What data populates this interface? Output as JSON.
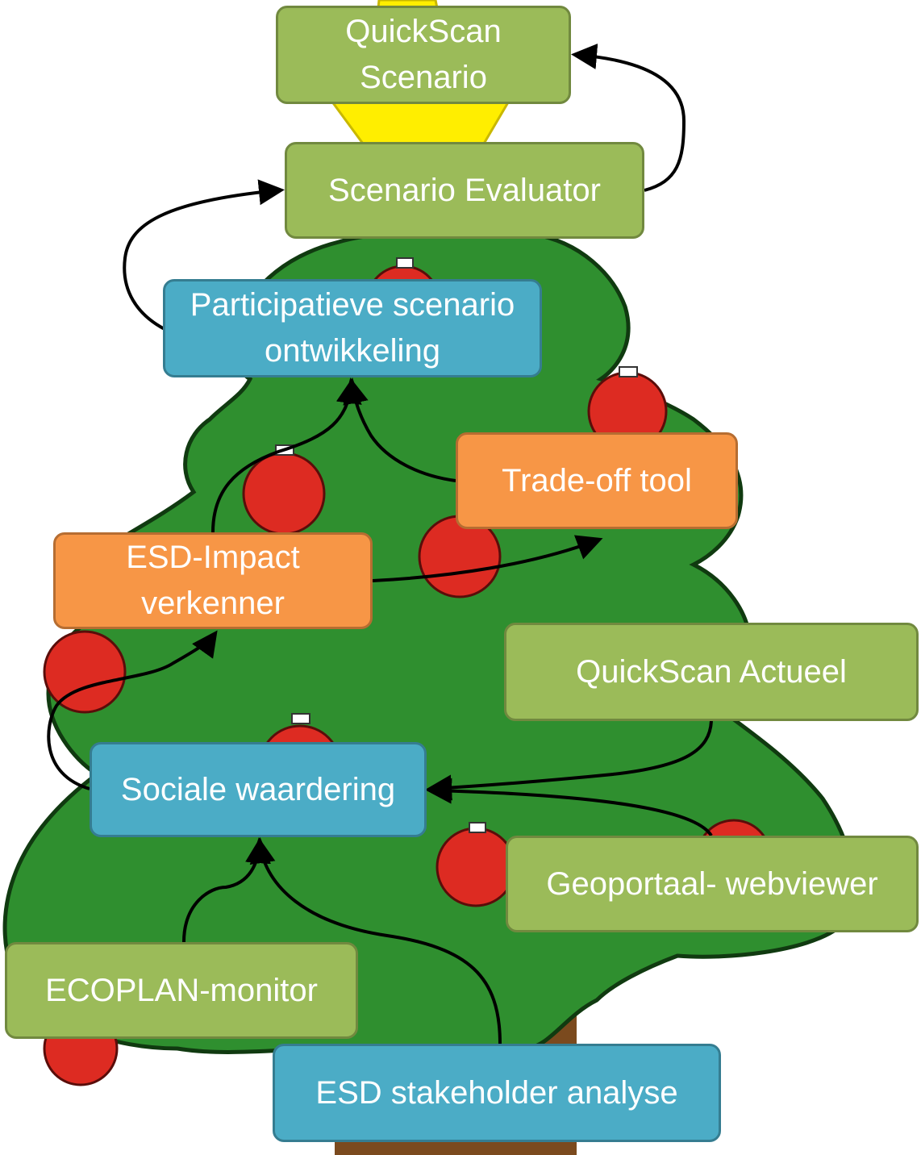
{
  "colors": {
    "green_tool": "#9bbb59",
    "blue_tool": "#4bacc6",
    "orange_tool": "#f79646",
    "tree": "#2f8f2f",
    "ornament": "#dd2b22",
    "star": "#ffee00",
    "trunk": "#7b4a1e",
    "arrow": "#000000"
  },
  "nodes": {
    "quickscan_scenario": {
      "label": "QuickScan Scenario",
      "color": "green"
    },
    "scenario_evaluator": {
      "label": "Scenario Evaluator",
      "color": "green"
    },
    "participatieve": {
      "label": "Participatieve scenario ontwikkeling",
      "color": "blue"
    },
    "tradeoff": {
      "label": "Trade-off tool",
      "color": "orange"
    },
    "esd_impact": {
      "label": "ESD-Impact verkenner",
      "color": "orange"
    },
    "quickscan_actueel": {
      "label": "QuickScan Actueel",
      "color": "green"
    },
    "sociale": {
      "label": "Sociale waardering",
      "color": "blue"
    },
    "geoportaal": {
      "label": "Geoportaal- webviewer",
      "color": "green"
    },
    "ecoplan": {
      "label": "ECOPLAN-monitor",
      "color": "green"
    },
    "stakeholder": {
      "label": "ESD stakeholder analyse",
      "color": "blue"
    }
  },
  "edges": [
    {
      "from": "ecoplan",
      "to": "sociale"
    },
    {
      "from": "stakeholder",
      "to": "sociale"
    },
    {
      "from": "quickscan_actueel",
      "to": "sociale"
    },
    {
      "from": "geoportaal",
      "to": "sociale"
    },
    {
      "from": "sociale",
      "to": "esd_impact"
    },
    {
      "from": "esd_impact",
      "to": "tradeoff"
    },
    {
      "from": "esd_impact",
      "to": "participatieve"
    },
    {
      "from": "tradeoff",
      "to": "participatieve"
    },
    {
      "from": "participatieve",
      "to": "scenario_evaluator"
    },
    {
      "from": "scenario_evaluator",
      "to": "quickscan_scenario"
    }
  ]
}
